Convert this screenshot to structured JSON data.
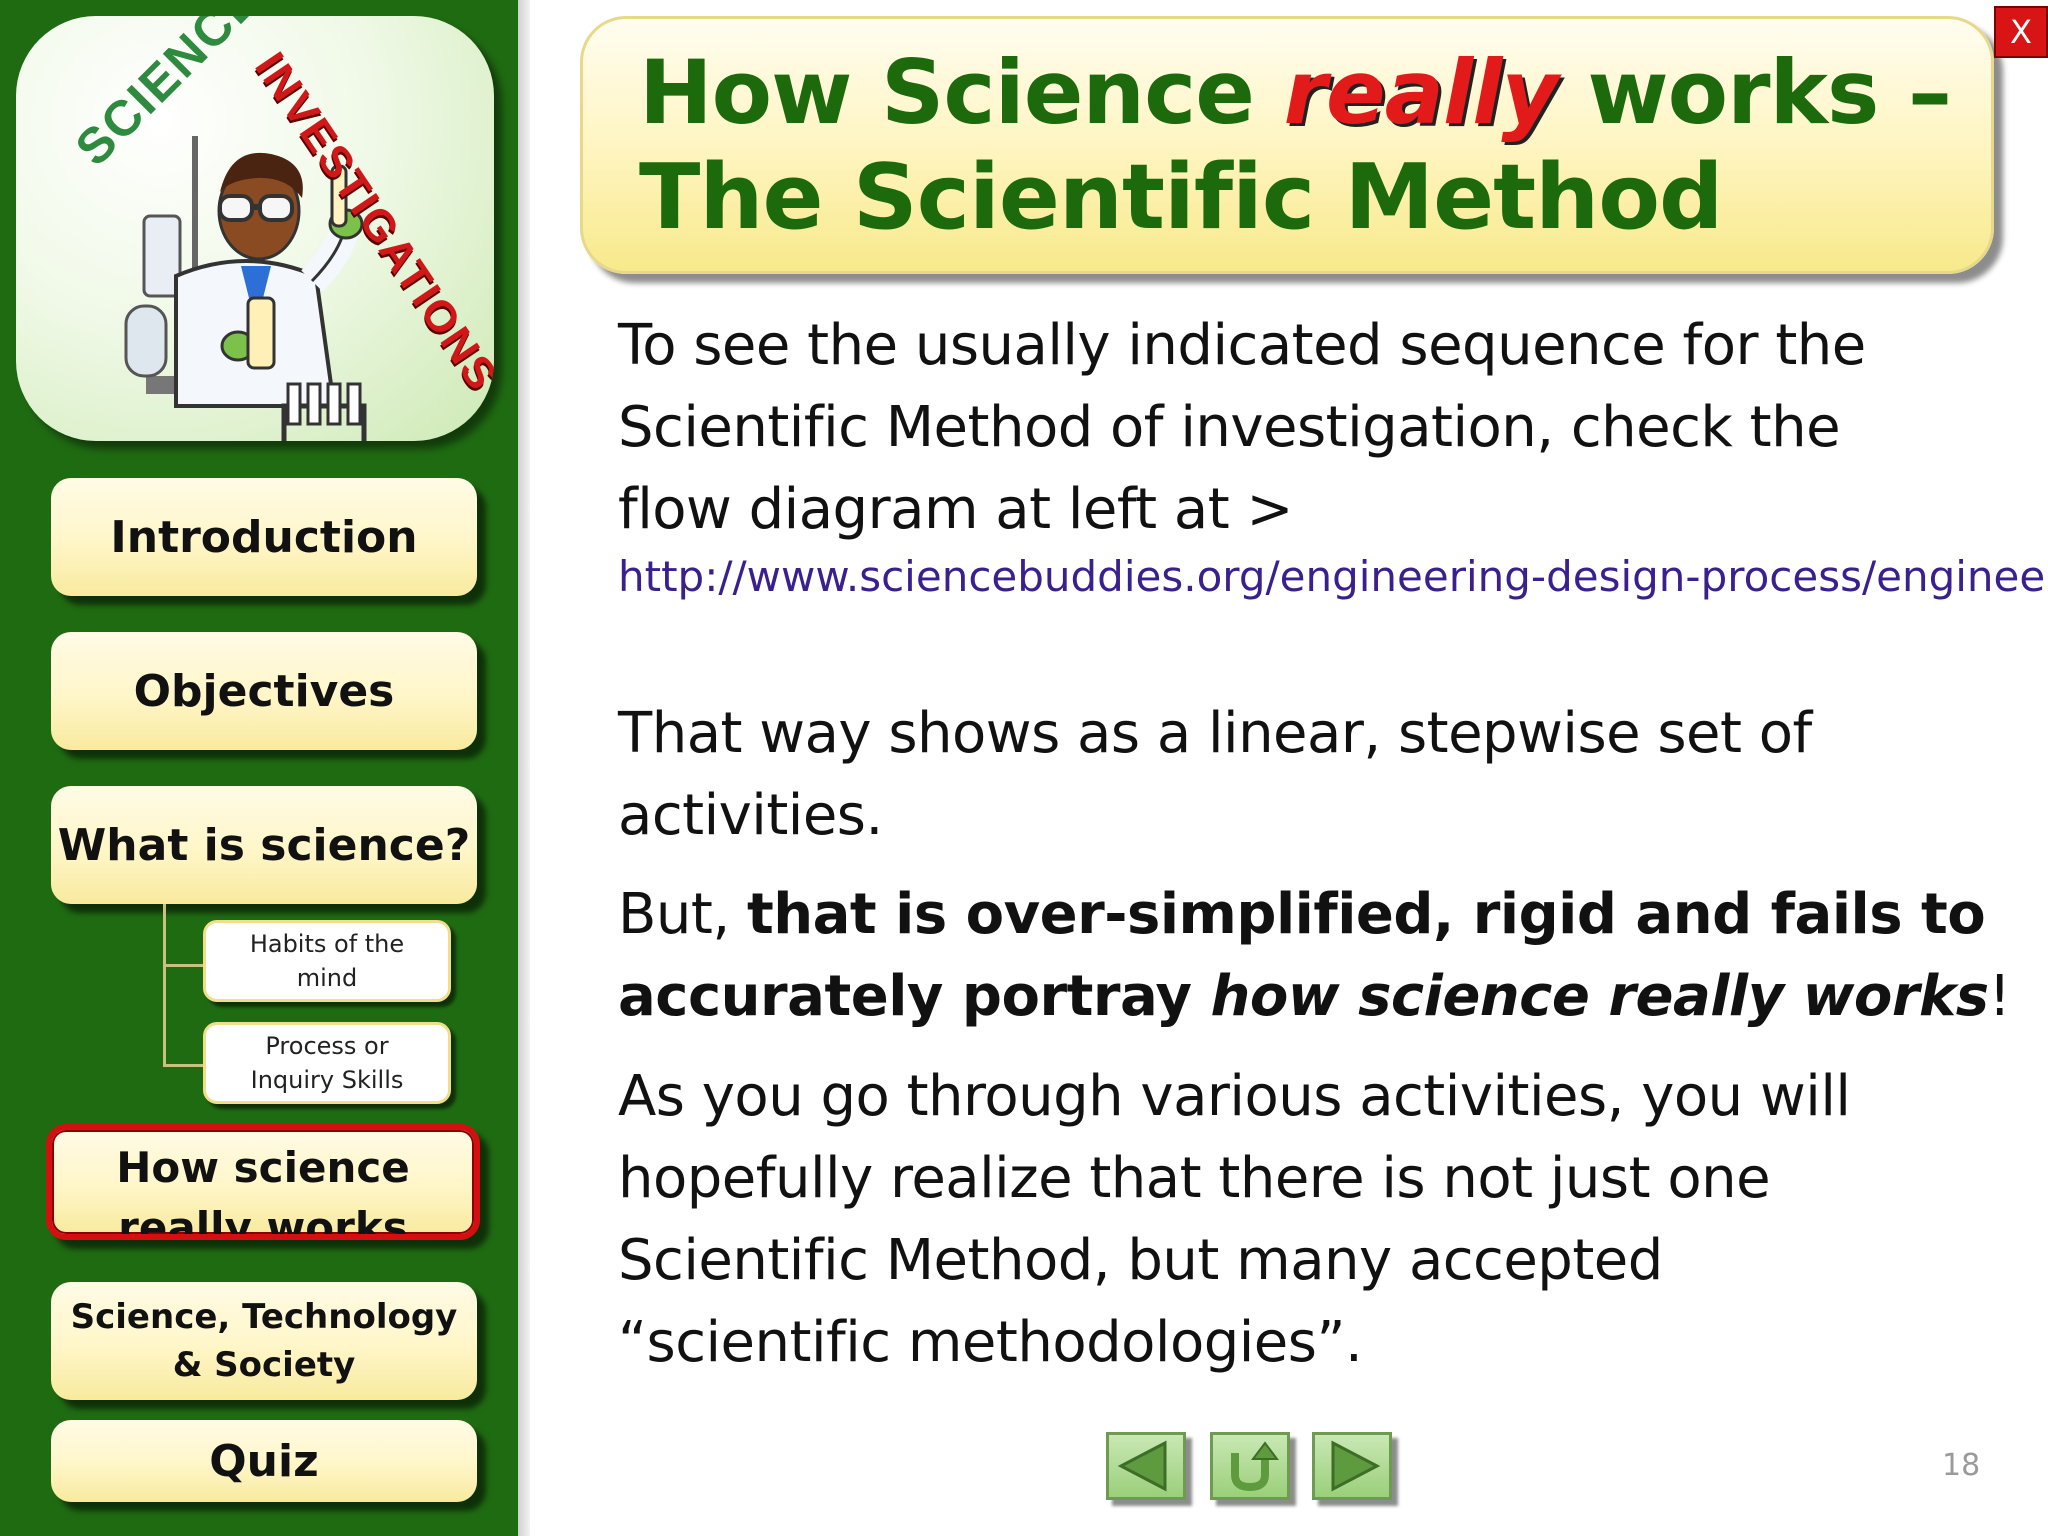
{
  "logo": {
    "word_left": "SCIENCE",
    "word_right": "INVESTIGATIONS"
  },
  "sidebar": {
    "items": [
      {
        "label": "Introduction"
      },
      {
        "label": "Objectives"
      },
      {
        "label": "What is science?"
      },
      {
        "label": "How science really works",
        "active": true
      },
      {
        "label": "Science, Technology & Society"
      },
      {
        "label": "Quiz"
      }
    ],
    "subitems": [
      {
        "label": "Habits of the mind"
      },
      {
        "label": "Process or Inquiry Skills"
      }
    ]
  },
  "title": {
    "line1_a": "How Science ",
    "line1_em": "really",
    "line1_b": " works –",
    "line2": "The Scientific Method"
  },
  "close_label": "X",
  "content": {
    "p1_lines": [
      "To see the usually indicated sequence for the",
      "Scientific Method of investigation, check  the",
      "flow diagram at left  at >"
    ],
    "link": "http://www.sciencebuddies.org/engineering-design-process/enginee",
    "p2_lines": [
      "That way  shows as a linear, stepwise set of",
      "activities."
    ],
    "p3": {
      "prefix": "But, ",
      "bold_line1": "that is over-simplified, rigid and fails to",
      "bold_line2": "accurately portray ",
      "bold_italic": "how science really works",
      "suffix": "!"
    },
    "p4_lines": [
      "As you go through various activities, you will",
      "hopefully realize that there is not just one",
      "Scientific Method, but many accepted",
      "“scientific methodologies”."
    ]
  },
  "footer": {
    "slide_number": "18",
    "nav_icons": [
      "prev-arrow-icon",
      "return-icon",
      "next-arrow-icon"
    ]
  },
  "colors": {
    "sidebar_green": "#1f6b12",
    "title_green": "#1c6a0c",
    "accent_red": "#e21a1a",
    "button_cream": "#fff6c8",
    "link_purple": "#3a1f8f"
  }
}
